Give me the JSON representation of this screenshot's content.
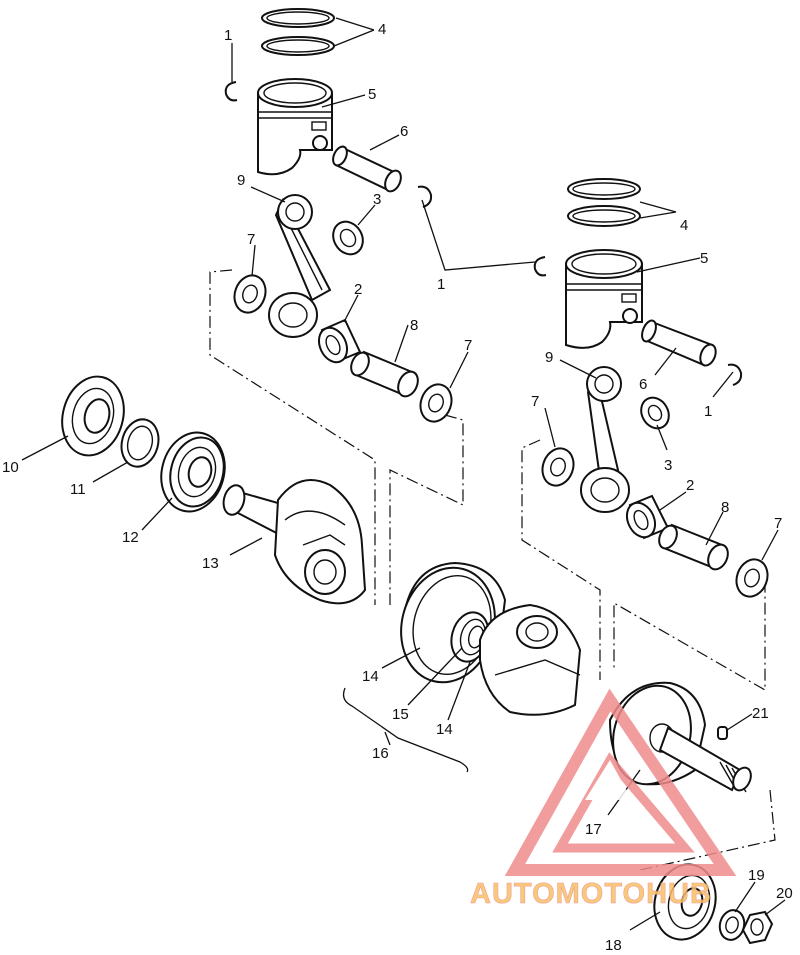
{
  "callouts": [
    {
      "id": "c1a",
      "label": "1"
    },
    {
      "id": "c1b",
      "label": "1"
    },
    {
      "id": "c1c",
      "label": "1"
    },
    {
      "id": "c2a",
      "label": "2"
    },
    {
      "id": "c2b",
      "label": "2"
    },
    {
      "id": "c3a",
      "label": "3"
    },
    {
      "id": "c3b",
      "label": "3"
    },
    {
      "id": "c4a",
      "label": "4"
    },
    {
      "id": "c4b",
      "label": "4"
    },
    {
      "id": "c5a",
      "label": "5"
    },
    {
      "id": "c5b",
      "label": "5"
    },
    {
      "id": "c6a",
      "label": "6"
    },
    {
      "id": "c6b",
      "label": "6"
    },
    {
      "id": "c7a",
      "label": "7"
    },
    {
      "id": "c7b",
      "label": "7"
    },
    {
      "id": "c7c",
      "label": "7"
    },
    {
      "id": "c7d",
      "label": "7"
    },
    {
      "id": "c8a",
      "label": "8"
    },
    {
      "id": "c8b",
      "label": "8"
    },
    {
      "id": "c9a",
      "label": "9"
    },
    {
      "id": "c9b",
      "label": "9"
    },
    {
      "id": "c10",
      "label": "10"
    },
    {
      "id": "c11",
      "label": "11"
    },
    {
      "id": "c12",
      "label": "12"
    },
    {
      "id": "c13",
      "label": "13"
    },
    {
      "id": "c14a",
      "label": "14"
    },
    {
      "id": "c14b",
      "label": "14"
    },
    {
      "id": "c15",
      "label": "15"
    },
    {
      "id": "c16",
      "label": "16"
    },
    {
      "id": "c17",
      "label": "17"
    },
    {
      "id": "c18",
      "label": "18"
    },
    {
      "id": "c19",
      "label": "19"
    },
    {
      "id": "c20",
      "label": "20"
    },
    {
      "id": "c21",
      "label": "21"
    }
  ],
  "watermark": {
    "text": "AUTOMOTOHUB",
    "color": "#f08c8c",
    "accent": "#f6c163"
  }
}
